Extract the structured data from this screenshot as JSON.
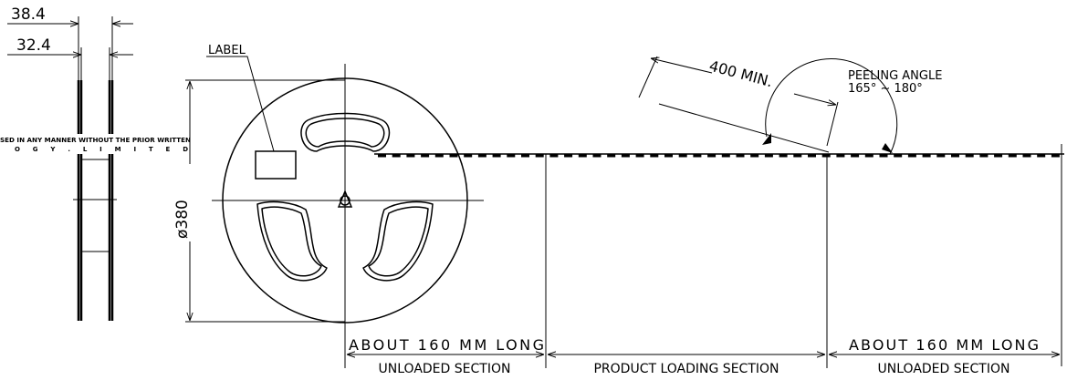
{
  "dimensions": {
    "outer_width": "38.4",
    "inner_width": "32.4",
    "diameter": "ø380",
    "tape_length_min": "400 MIN.",
    "peeling_angle_title": "PEELING ANGLE",
    "peeling_angle_range": "165° ~ 180°"
  },
  "labels": {
    "label": "LABEL"
  },
  "side_view_text": {
    "line1": "SED IN ANY MANNER WITHOUT THE PRIOR WRITTEN",
    "line2": "O G Y . L I M I T E D"
  },
  "sections": {
    "left_length": "ABOUT 160 MM LONG",
    "left_name": "UNLOADED SECTION",
    "middle_name": "PRODUCT LOADING SECTION",
    "right_length": "ABOUT 160 MM LONG",
    "right_name": "UNLOADED SECTION"
  }
}
